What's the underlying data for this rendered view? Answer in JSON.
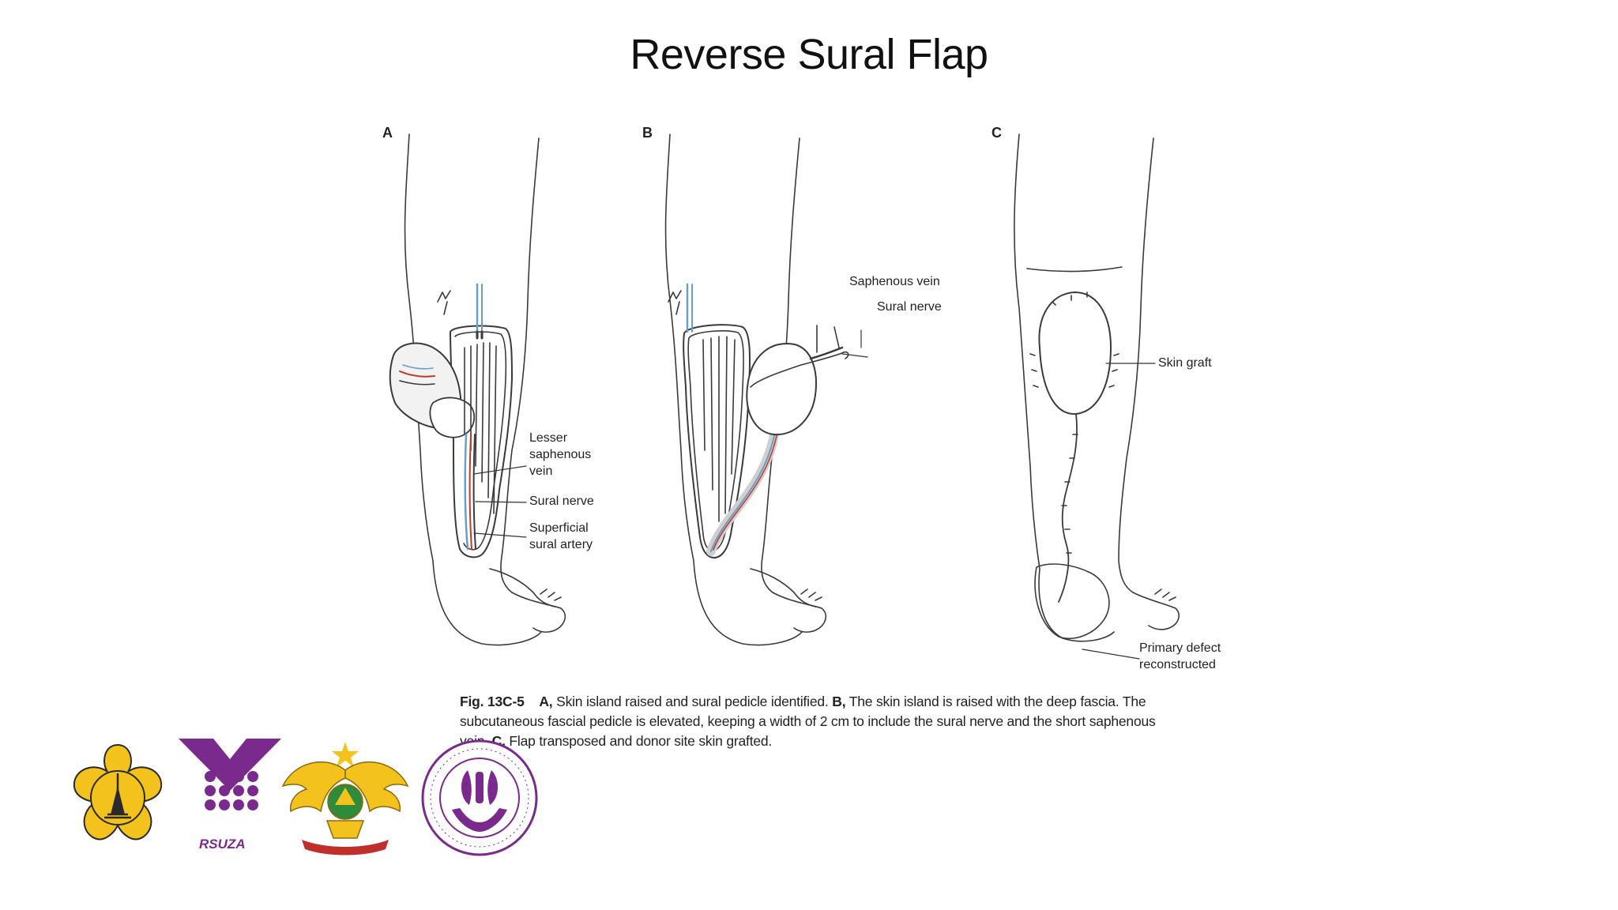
{
  "slide": {
    "title": "Reverse Sural Flap"
  },
  "figure": {
    "panels": [
      {
        "letter": "A"
      },
      {
        "letter": "B"
      },
      {
        "letter": "C"
      }
    ],
    "labels": {
      "lesser_saphenous_vein": "Lesser\nsaphenous\nvein",
      "sural_nerve_a": "Sural nerve",
      "superficial_sural_artery": "Superficial\nsural artery",
      "saphenous_vein": "Saphenous vein",
      "sural_nerve_b": "Sural nerve",
      "skin_graft": "Skin graft",
      "primary_defect": "Primary defect\nreconstructed"
    },
    "caption": {
      "fig_no": "Fig. 13C-5",
      "a_letter": "A,",
      "a_text": "Skin island raised and sural pedicle identified.",
      "b_letter": "B,",
      "b_text": "The skin island is raised with the deep fascia. The subcutaneous fascial pedicle is elevated, keeping a width of 2 cm to include the sural nerve and the short saphenous vein.",
      "c_letter": "C,",
      "c_text": "Flap transposed and donor site skin grafted."
    },
    "colors": {
      "line": "#3a3a3a",
      "vein": "#6a9ec8",
      "artery": "#c0392b"
    }
  },
  "logos": {
    "items": [
      {
        "name": "university-seal-logo",
        "icon": "yellow-flower-seal"
      },
      {
        "name": "rsuza-logo",
        "icon": "purple-dots-triangle",
        "caption": "RSUZA"
      },
      {
        "name": "military-emblem-logo",
        "icon": "garuda-wings"
      },
      {
        "name": "perapi-logo",
        "icon": "round-seal-hands"
      }
    ],
    "colors": {
      "yellow": "#f4c21d",
      "purple": "#7a2a8c",
      "red": "#c0302a",
      "green": "#2e8b3a"
    }
  }
}
